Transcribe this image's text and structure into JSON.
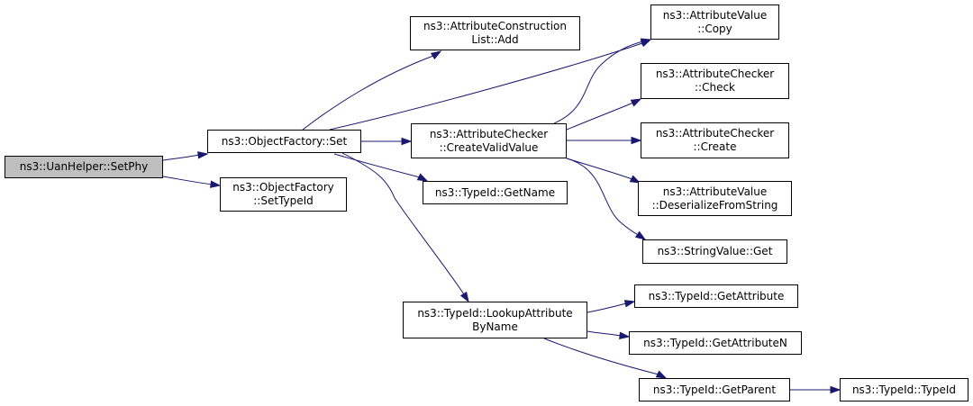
{
  "colors": {
    "edge": "#191970",
    "root_fill": "#bfbfbf",
    "node_fill": "#ffffff",
    "border": "#000000"
  },
  "nodes": {
    "uan_setphy": {
      "lines": [
        "ns3::UanHelper::SetPhy"
      ]
    },
    "of_set": {
      "lines": [
        "ns3::ObjectFactory::Set"
      ]
    },
    "of_settypeid": {
      "lines": [
        "ns3::ObjectFactory",
        "::SetTypeId"
      ]
    },
    "acl_add": {
      "lines": [
        "ns3::AttributeConstruction",
        "List::Add"
      ]
    },
    "ac_createvalid": {
      "lines": [
        "ns3::AttributeChecker",
        "::CreateValidValue"
      ]
    },
    "tid_getname": {
      "lines": [
        "ns3::TypeId::GetName"
      ]
    },
    "tid_lookup": {
      "lines": [
        "ns3::TypeId::LookupAttribute",
        "ByName"
      ]
    },
    "av_copy": {
      "lines": [
        "ns3::AttributeValue",
        "::Copy"
      ]
    },
    "ac_check": {
      "lines": [
        "ns3::AttributeChecker",
        "::Check"
      ]
    },
    "ac_create": {
      "lines": [
        "ns3::AttributeChecker",
        "::Create"
      ]
    },
    "av_deserialize": {
      "lines": [
        "ns3::AttributeValue",
        "::DeserializeFromString"
      ]
    },
    "sv_get": {
      "lines": [
        "ns3::StringValue::Get"
      ]
    },
    "tid_getattribute": {
      "lines": [
        "ns3::TypeId::GetAttribute"
      ]
    },
    "tid_getattributen": {
      "lines": [
        "ns3::TypeId::GetAttributeN"
      ]
    },
    "tid_getparent": {
      "lines": [
        "ns3::TypeId::GetParent"
      ]
    },
    "tid_typeid": {
      "lines": [
        "ns3::TypeId::TypeId"
      ]
    }
  }
}
